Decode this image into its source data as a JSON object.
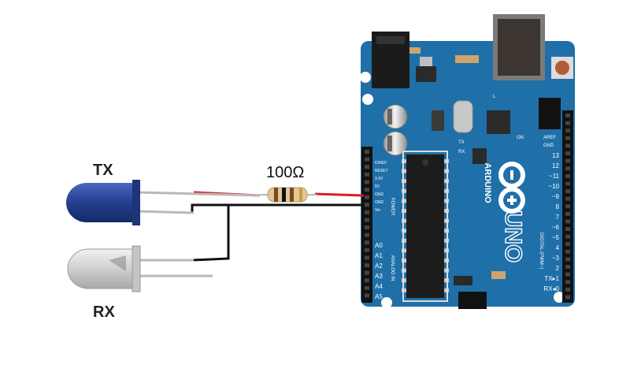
{
  "labels": {
    "tx": "TX",
    "rx": "RX",
    "resistor": "100Ω"
  },
  "board": {
    "brand": "ARDUINO",
    "model": "UNO",
    "power_header": "POWER",
    "analog_header": "ANALOG IN",
    "digital_header": "DIGITAL (PWM~)",
    "aref": "AREF",
    "gnd": "GND",
    "tx_led": "TX",
    "rx_led": "RX",
    "l_led": "L",
    "on_led": "ON",
    "power_pins": [
      "IOREF",
      "RESET",
      "3.3V",
      "5V",
      "GND",
      "GND",
      "Vin"
    ],
    "analog_pins": [
      "A0",
      "A1",
      "A2",
      "A3",
      "A4",
      "A5"
    ],
    "digital_pins": [
      "13",
      "12",
      "~11",
      "~10",
      "~9",
      "8",
      "7",
      "~6",
      "~5",
      "4",
      "~3",
      "2",
      "TX▸1",
      "RX◂0"
    ]
  },
  "colors": {
    "board": "#1f6fa8",
    "board_dark": "#175a8a",
    "header": "#1a1a1a",
    "tx_led": "#233f8e",
    "rx_led": "#d8d8d8",
    "wire_red": "#d81f26",
    "wire_black": "#111111",
    "lead": "#b8b8b8"
  }
}
